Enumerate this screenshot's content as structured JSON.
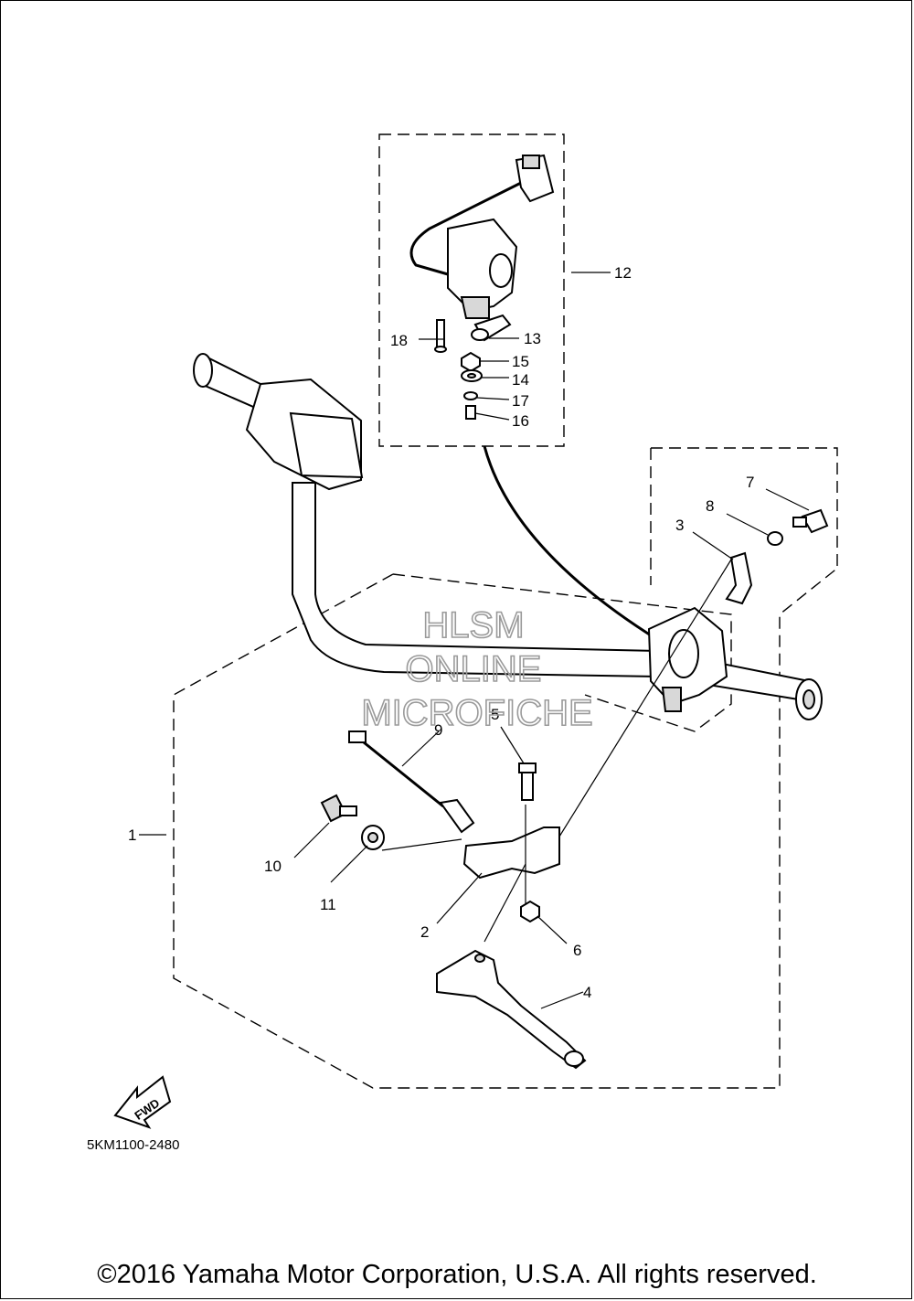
{
  "diagram": {
    "callouts": [
      {
        "id": "1",
        "label": "1"
      },
      {
        "id": "2",
        "label": "2"
      },
      {
        "id": "3",
        "label": "3"
      },
      {
        "id": "4",
        "label": "4"
      },
      {
        "id": "5",
        "label": "5"
      },
      {
        "id": "6",
        "label": "6"
      },
      {
        "id": "7",
        "label": "7"
      },
      {
        "id": "8",
        "label": "8"
      },
      {
        "id": "9",
        "label": "9"
      },
      {
        "id": "10",
        "label": "10"
      },
      {
        "id": "11",
        "label": "11"
      },
      {
        "id": "12",
        "label": "12"
      },
      {
        "id": "13",
        "label": "13"
      },
      {
        "id": "14",
        "label": "14"
      },
      {
        "id": "15",
        "label": "15"
      },
      {
        "id": "16",
        "label": "16"
      },
      {
        "id": "17",
        "label": "17"
      },
      {
        "id": "18",
        "label": "18"
      }
    ],
    "fwd_arrow_label": "FWD",
    "drawing_code": "5KM1100-2480",
    "watermark": [
      "HLSM",
      "ONLINE",
      "MICROFICHE"
    ]
  },
  "footer": {
    "copyright": "©2016 Yamaha Motor Corporation, U.S.A. All rights reserved."
  }
}
